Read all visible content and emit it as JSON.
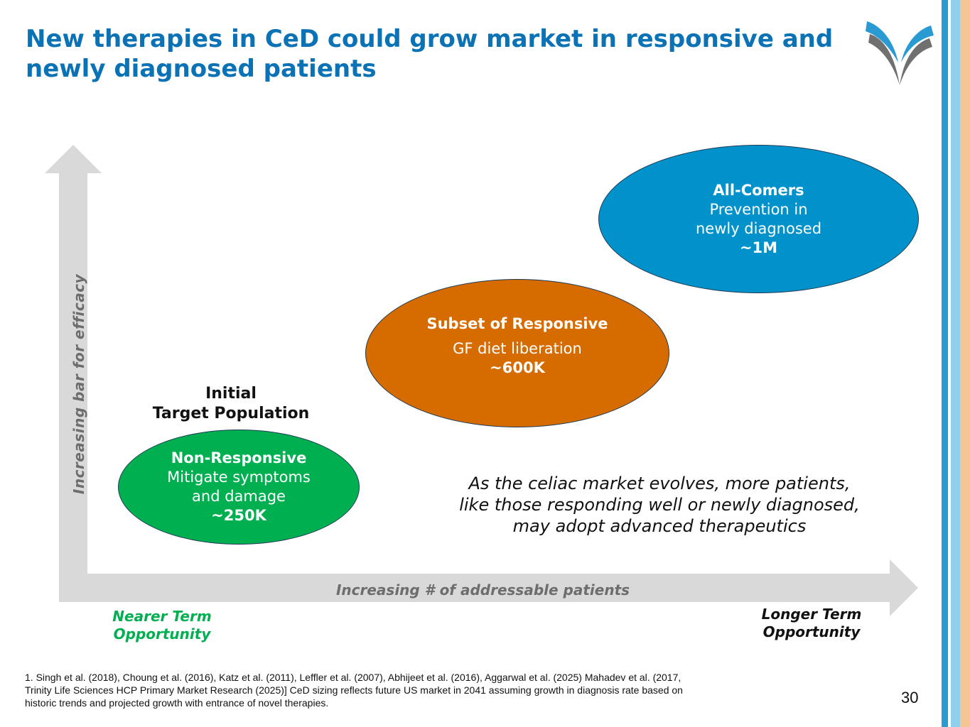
{
  "slide": {
    "title_line1": "New therapies in CeD could grow market in responsive and",
    "title_line2": "newly diagnosed patients",
    "page_number": "30"
  },
  "axes": {
    "y_label": "Increasing bar for efficacy",
    "x_label": "Increasing # of addressable patients",
    "x_start_label_line1": "Nearer Term",
    "x_start_label_line2": "Opportunity",
    "x_end_label_line1": "Longer Term",
    "x_end_label_line2": "Opportunity"
  },
  "initial_target": {
    "line1": "Initial",
    "line2": "Target Population"
  },
  "segments": {
    "non_responsive": {
      "title": "Non-Responsive",
      "desc_line1": "Mitigate symptoms",
      "desc_line2": "and damage",
      "size": "~250K",
      "color": "#00b050"
    },
    "subset_responsive": {
      "title": "Subset of Responsive",
      "desc_line1": "GF diet liberation",
      "size": "~600K",
      "color": "#d66b00"
    },
    "all_comers": {
      "title": "All-Comers",
      "desc_line1": "Prevention in",
      "desc_line2": "newly diagnosed",
      "size": "~1M",
      "color": "#0192cc"
    }
  },
  "callout": {
    "line1": "As the celiac market evolves, more patients,",
    "line2": "like those responding well or newly diagnosed,",
    "line3": "may adopt advanced therapeutics"
  },
  "footnote": {
    "line1": "1. Singh et al. (2018), Choung et al. (2016), Katz et al. (2011), Leffler et al. (2007), Abhijeet et al. (2016), Aggarwal et al. (2025) Mahadev et al. (2017,",
    "line2": "Trinity Life Sciences HCP Primary Market Research (2025)] CeD sizing reflects future US market in 2041 assuming growth in diagnosis rate based on",
    "line3": "historic trends and projected growth with entrance of novel therapies."
  },
  "logo": {
    "icon": "company-logo-icon"
  },
  "colors": {
    "title": "#0a72b5",
    "axis": "#d9d9d9",
    "axis_text": "#6d6d6d"
  }
}
